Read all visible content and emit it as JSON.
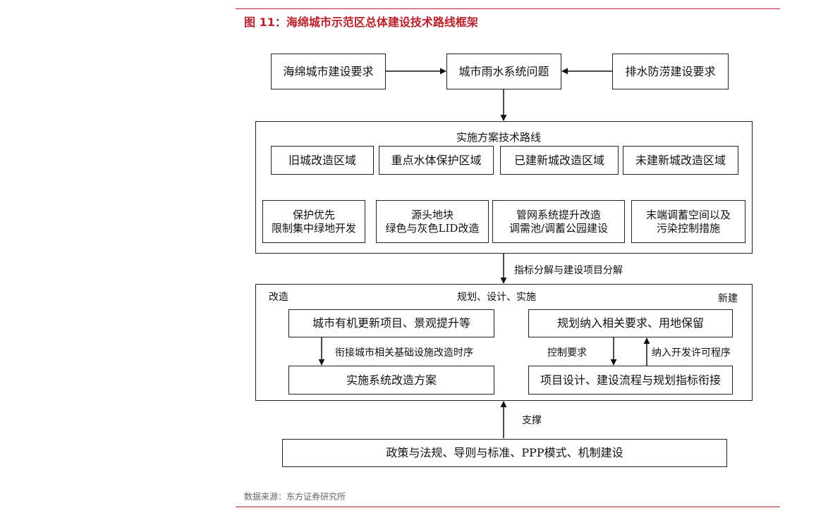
{
  "figure": {
    "title": "图 11：海绵城市示范区总体建设技术路线框架",
    "source": "数据来源：东方证券研究所"
  },
  "top_row": {
    "left": "海绵城市建设要求",
    "center": "城市雨水系统问题",
    "right": "排水防涝建设要求"
  },
  "plan": {
    "title": "实施方案技术路线",
    "areas": [
      "旧城改造区域",
      "重点水体保护区域",
      "已建新城改造区域",
      "未建新城改造区域"
    ],
    "measures": [
      {
        "line1": "保护优先",
        "line2": "限制集中绿地开发"
      },
      {
        "line1": "源头地块",
        "line2": "绿色与灰色LID改造"
      },
      {
        "line1": "管网系统提升改造",
        "line2": "调需池/调蓄公园建设"
      },
      {
        "line1": "末端调蓄空间以及",
        "line2": "污染控制措施"
      }
    ]
  },
  "link1_label": "指标分解与建设项目分解",
  "impl": {
    "left_label": "改造",
    "center_label": "规划、设计、实施",
    "right_label": "新建",
    "renew_box": "城市有机更新项目、景观提升等",
    "renew_arrow_label": "衔接城市相关基础设施改造时序",
    "renew_result": "实施系统改造方案",
    "new_box": "规划纳入相关要求、用地保留",
    "down_label": "控制要求",
    "up_label": "纳入开发许可程序",
    "new_result": "项目设计、建设流程与规划指标衔接"
  },
  "support_label": "支撑",
  "policy_box": "政策与法规、导则与标准、PPP模式、机制建设"
}
